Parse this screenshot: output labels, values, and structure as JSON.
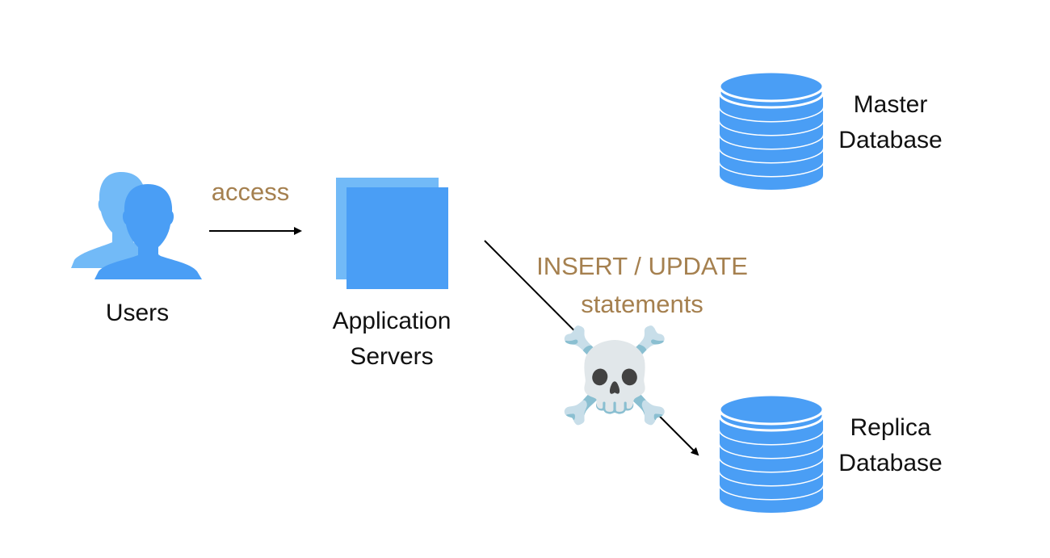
{
  "colors": {
    "primary_blue": "#4a9ef5",
    "light_blue": "#72baf7",
    "edge_label": "#a5804f",
    "text": "#111111",
    "arrow": "#000000"
  },
  "nodes": {
    "users": {
      "label": "Users",
      "icon": "users-icon"
    },
    "app_servers": {
      "label_line1": "Application",
      "label_line2": "Servers",
      "icon": "server-stack-icon"
    },
    "master_db": {
      "label_line1": "Master",
      "label_line2": "Database",
      "icon": "database-icon"
    },
    "replica_db": {
      "label_line1": "Replica",
      "label_line2": "Database",
      "icon": "database-icon"
    }
  },
  "edges": {
    "access": {
      "label": "access",
      "from": "users",
      "to": "app_servers"
    },
    "writes": {
      "label_line1": "INSERT / UPDATE",
      "label_line2": "statements",
      "from": "app_servers",
      "to": "replica_db",
      "marker": "skull-and-crossbones",
      "marker_glyph": "☠️"
    }
  }
}
